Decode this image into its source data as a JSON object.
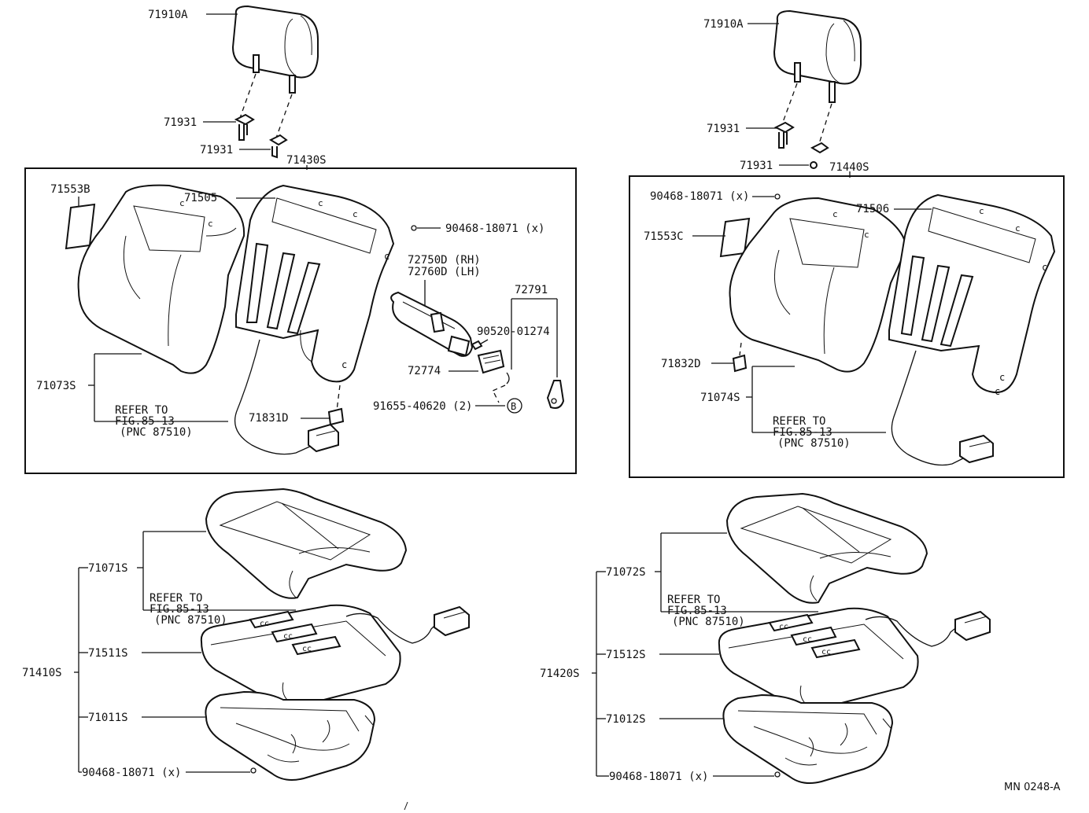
{
  "labels": {
    "left_headrest": "71910A",
    "left_support_top": "71931",
    "left_support_bottom": "71931",
    "left_back_assy": "71430S",
    "left_pad_71553b": "71553B",
    "left_back_cover": "71505",
    "left_clip": "90468-18071 (x)",
    "lumbar_rh": "72750D (RH)",
    "lumbar_lh": "72760D (LH)",
    "lumbar_72791": "72791",
    "bolt_90520": "90520-01274",
    "part_72774": "72774",
    "screw_91655": "91655-40620 (2)",
    "marker_b": "B",
    "left_back_pad": "71073S",
    "left_refer_1": "REFER TO",
    "left_refer_2": "FIG.85-13",
    "left_refer_3": "(PNC 87510)",
    "left_hook": "71831D",
    "right_headrest": "71910A",
    "right_support_top": "71931",
    "right_support_bottom": "71931",
    "right_back_assy": "71440S",
    "right_clip": "90468-18071 (x)",
    "right_back_cover": "71506",
    "right_pad_71553c": "71553C",
    "right_hook": "71832D",
    "right_back_pad": "71074S",
    "right_refer_1": "REFER TO",
    "right_refer_2": "FIG.85-13",
    "right_refer_3": "(PNC 87510)",
    "left_cushion_cover": "71071S",
    "left_cushion_refer_1": "REFER TO",
    "left_cushion_refer_2": "FIG.85-13",
    "left_cushion_refer_3": "(PNC 87510)",
    "left_cushion_pad": "71511S",
    "left_cushion_assy": "71410S",
    "left_cushion_frame": "71011S",
    "left_cushion_clip": "90468-18071 (x)",
    "right_cushion_cover": "71072S",
    "right_cushion_refer_1": "REFER TO",
    "right_cushion_refer_2": "FIG.85-13",
    "right_cushion_refer_3": "(PNC 87510)",
    "right_cushion_pad": "71512S",
    "right_cushion_assy": "71420S",
    "right_cushion_frame": "71012S",
    "right_cushion_clip": "90468-18071 (x)",
    "figure_code": "MN 0248-A"
  }
}
